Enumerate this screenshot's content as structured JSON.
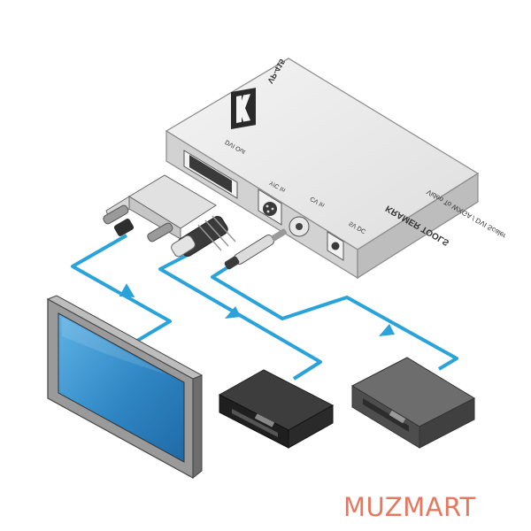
{
  "device": {
    "model": "VP-415",
    "product_name": "Video To WXGA / DVI Scaler",
    "brand": "KRAMER TOOLS",
    "ports": {
      "dvi_out": "DVI Out",
      "yc_in": "Y/C In",
      "cv_in": "CV In",
      "power": "5V DC"
    }
  },
  "watermark": {
    "text": "MUZMART",
    "color": "#e5785f"
  },
  "colors": {
    "cable": "#29a3d9",
    "device_top": "#ececec",
    "device_front": "#d3d3d3",
    "screen": "#3b8fc7"
  },
  "icons": [
    "kramer-logo-icon",
    "flow-arrow-icon"
  ]
}
